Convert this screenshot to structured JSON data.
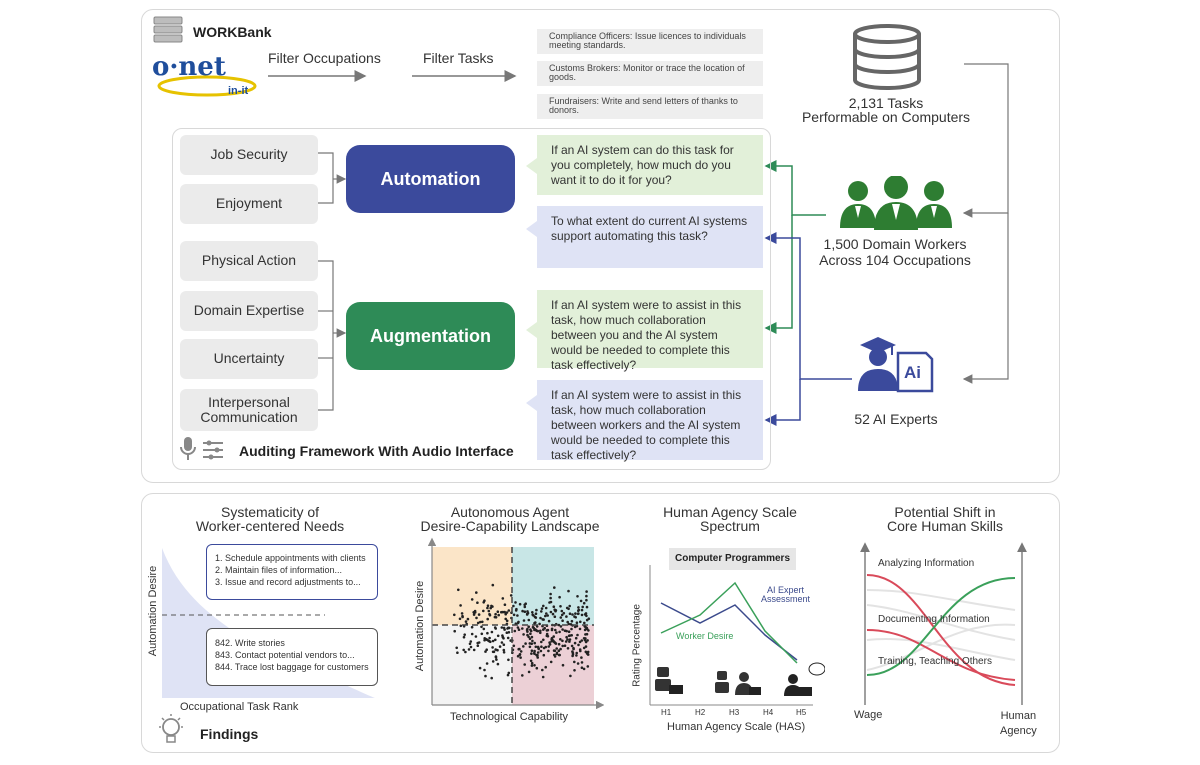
{
  "header": {
    "app_title": "WORKBank",
    "logo": {
      "main": "o·net",
      "sub": "in-it"
    },
    "step1": "Filter Occupations",
    "step2": "Filter Tasks",
    "tasks": [
      "Compliance Officers: Issue licences to individuals meeting standards.",
      "Customs Brokers: Monitor or trace the location of goods.",
      "Fundraisers: Write and send letters of thanks to donors."
    ],
    "tasks_count": "2,131 Tasks",
    "tasks_caption": "Performable on Computers"
  },
  "framework": {
    "factors_automation": [
      "Job Security",
      "Enjoyment"
    ],
    "factors_augmentation": [
      "Physical Action",
      "Domain Expertise",
      "Uncertainty",
      "Interpersonal Communication"
    ],
    "automation_label": "Automation",
    "augmentation_label": "Augmentation",
    "questions": [
      "If an AI system can do this task for you completely, how much do you want it to do it for you?",
      "To what extent do current AI systems support automating this task?",
      "If an AI system were to assist in this task, how much collaboration between you and the AI system would be needed to complete this task effectively?",
      "If an AI system were to assist in this task, how much collaboration between workers and the AI system would be needed to complete this task effectively?"
    ],
    "footer": "Auditing Framework With Audio Interface",
    "workers_line1": "1,500 Domain Workers",
    "workers_line2": "Across 104 Occupations",
    "experts": "52 AI Experts"
  },
  "findings": {
    "label": "Findings",
    "systematicity": {
      "title_line1": "Systematicity of",
      "title_line2": "Worker-centered Needs",
      "ylabel": "Automation Desire",
      "xlabel": "Occupational Task Rank",
      "top_items": [
        "1.  Schedule appointments with clients",
        "2.  Maintain files of information...",
        "3.  Issue and record adjustments to..."
      ],
      "bottom_items": [
        "842. Write stories",
        "843. Contact potential vendors to...",
        "844. Trace lost baggage for customers"
      ]
    },
    "landscape": {
      "title_line1": "Autonomous Agent",
      "title_line2": "Desire-Capability Landscape",
      "ylabel": "Automation Desire",
      "xlabel": "Technological Capability"
    },
    "has": {
      "title_line1": "Human Agency Scale",
      "title_line2": "Spectrum",
      "occupation": "Computer Programmers",
      "ylabel": "Rating Percentage",
      "xlabel": "Human Agency Scale (HAS)",
      "levels": [
        "H1",
        "H2",
        "H3",
        "H4",
        "H5"
      ],
      "series": [
        {
          "name": "AI Expert Assessment",
          "color": "#3b4a8c"
        },
        {
          "name": "Worker Desire",
          "color": "#3aa05a"
        }
      ],
      "ai_label_line1": "AI Expert",
      "ai_label_line2": "Assessment",
      "worker_label": "Worker Desire"
    },
    "skills": {
      "title_line1": "Potential Shift in",
      "title_line2": "Core Human Skills",
      "skills": [
        "Analyzing Information",
        "Documenting Information",
        "Training, Teaching Others"
      ],
      "left_axis": "Wage",
      "right_axis_line1": "Human",
      "right_axis_line2": "Agency"
    }
  },
  "colors": {
    "automation": "#3b4a9c",
    "augmentation": "#2e8b57",
    "question_green": "#e2f0d9",
    "question_blue": "#dfe3f5",
    "worker_icon": "#2e7d32",
    "expert_icon": "#3b4a9c"
  }
}
